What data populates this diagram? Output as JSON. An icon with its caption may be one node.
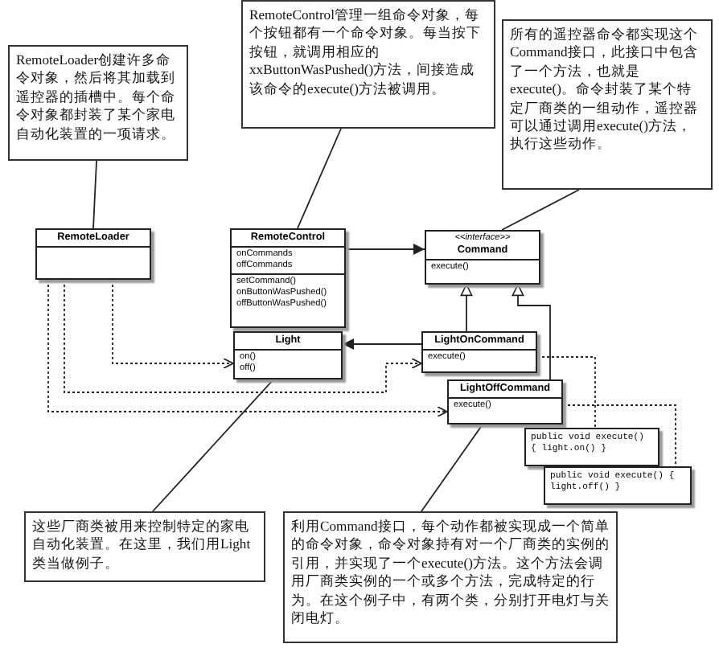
{
  "diagram": {
    "nodes": [
      {
        "text": [
          "RemoteLoader创建许多命令对象，然后将其加载到遥控器的插槽中。每个命令对象都封装了某个家电自动化装置的一项请求。"
        ]
      },
      {
        "text": [
          "RemoteControl管理一组命令对象，每个按钮都有一个命令对象。每当按下按钮，就调用相应的xxButtonWasPushed()方法，间接造成该命令的execute()方法被调用。"
        ]
      },
      {
        "text": [
          "所有的遥控器命令都实现这个Command接口，此接口中包含了一个方法，也就是execute()。命令封装了某个特定厂商类的一组动作，遥控器可以通过调用execute()方法，执行这些动作。"
        ]
      },
      {
        "text": [
          "RemoteLoader"
        ]
      },
      {
        "text": [
          "RemoteControl",
          "onCommands",
          "offCommands",
          "setCommand()",
          "onButtonWasPushed()",
          "offButtonWasPushed()"
        ]
      },
      {
        "text": [
          "<<interface>>",
          "Command",
          "execute()"
        ]
      },
      {
        "text": [
          "Light",
          "on()",
          "off()"
        ]
      },
      {
        "text": [
          "LightOnCommand",
          "execute()"
        ]
      },
      {
        "text": [
          "LightOffCommand",
          "execute()"
        ]
      },
      {
        "text": [
          "public void execute() { light.on() }"
        ]
      },
      {
        "text": [
          "public void execute() { light.off() }"
        ]
      },
      {
        "text": [
          "这些厂商类被用来控制特定的家电自动化装置。在这里，我们用Light类当做例子。"
        ]
      },
      {
        "text": [
          "利用Command接口，每个动作都被实现成一个简单的命令对象，命令对象持有对一个厂商类的实例的引用，并实现了一个execute()方法。这个方法会调用厂商类实例的一个或多个方法，完成特定的行为。在这个例子中，有两个类，分别打开电灯与关闭电灯。"
        ]
      }
    ],
    "edges": [
      {
        "from": 0,
        "to": 3,
        "arrow": "none"
      },
      {
        "from": 1,
        "to": 4,
        "arrow": "none"
      },
      {
        "from": 2,
        "to": 5,
        "arrow": "none"
      },
      {
        "from": 4,
        "to": 5,
        "arrow": "to"
      },
      {
        "from": 7,
        "to": 5,
        "arrow": "to"
      },
      {
        "from": 8,
        "to": 5,
        "arrow": "to"
      },
      {
        "from": 7,
        "to": 6,
        "arrow": "to"
      },
      {
        "from": 3,
        "to": 6,
        "arrow": "to",
        "style": "dashed"
      },
      {
        "from": 3,
        "to": 7,
        "arrow": "to",
        "style": "dashed"
      },
      {
        "from": 3,
        "to": 8,
        "arrow": "to",
        "style": "dashed"
      },
      {
        "from": 7,
        "to": 9,
        "arrow": "none",
        "style": "dashed"
      },
      {
        "from": 8,
        "to": 10,
        "arrow": "none",
        "style": "dashed"
      },
      {
        "from": 11,
        "to": 6,
        "arrow": "none"
      },
      {
        "from": 12,
        "to": 8,
        "arrow": "none"
      }
    ]
  }
}
